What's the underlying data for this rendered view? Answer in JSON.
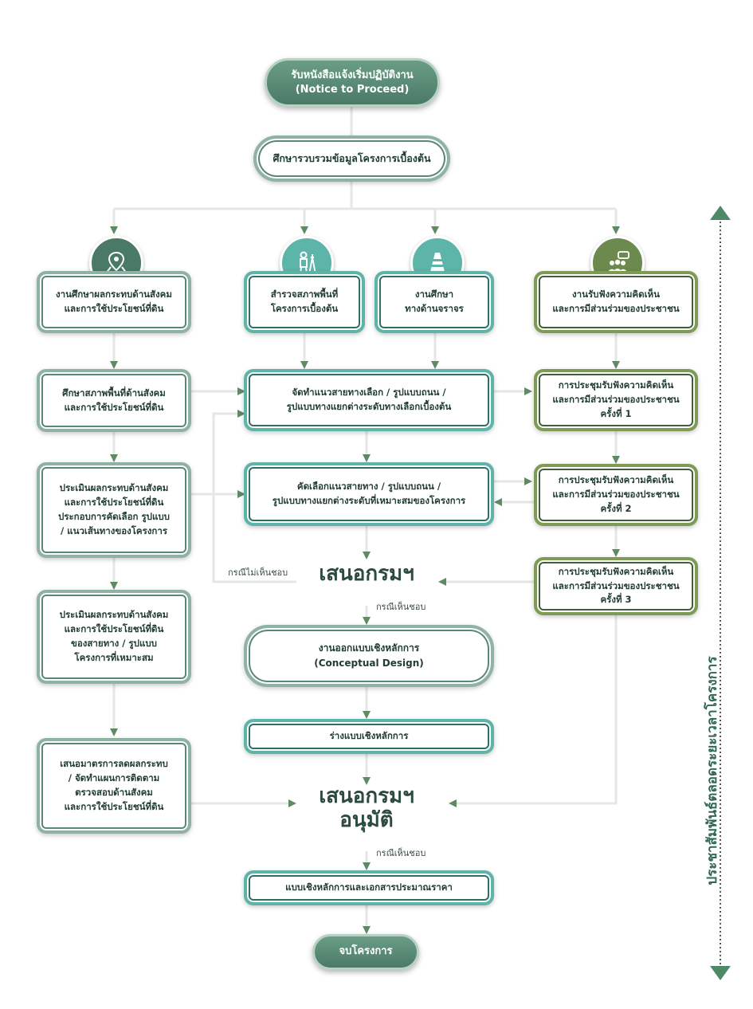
{
  "start": {
    "th": "รับหนังสือแจ้งเริ่มปฏิบัติงาน",
    "en": "(Notice to Proceed)"
  },
  "collect": "ศึกษารวบรวมข้อมูลโครงการเบื้องต้น",
  "col1": {
    "head": "งานศึกษาผลกระทบด้านสังคม\nและการใช้ประโยชน์ที่ดิน",
    "b1": "ศึกษาสภาพพื้นที่ด้านสังคม\nและการใช้ประโยชน์ที่ดิน",
    "b2": "ประเมินผลกระทบด้านสังคม\nและการใช้ประโยชน์ที่ดิน\nประกอบการคัดเลือก รูปแบบ\n/ แนวเส้นทางของโครงการ",
    "b3": "ประเมินผลกระทบด้านสังคม\nและการใช้ประโยชน์ที่ดิน\nของสายทาง / รูปแบบ\nโครงการที่เหมาะสม",
    "b4": "เสนอมาตรการลดผลกระทบ\n/ จัดทำแผนการติดตาม\nตรวจสอบด้านสังคม\nและการใช้ประโยชน์ที่ดิน"
  },
  "col2": {
    "head": "สำรวจสภาพพื้นที่\nโครงการเบื้องต้น"
  },
  "col3": {
    "head": "งานศึกษา\nทางด้านจราจร"
  },
  "col4": {
    "head": "งานรับฟังความคิดเห็น\nและการมีส่วนร่วมของประชาชน",
    "m1": "การประชุมรับฟังความคิดเห็น\nและการมีส่วนร่วมของประชาชน\nครั้งที่ 1",
    "m2": "การประชุมรับฟังความคิดเห็น\nและการมีส่วนร่วมของประชาชน\nครั้งที่ 2",
    "m3": "การประชุมรับฟังความคิดเห็น\nและการมีส่วนร่วมของประชาชน\nครั้งที่ 3"
  },
  "center": {
    "alt": "จัดทำแนวสายทางเลือก / รูปแบบถนน /\nรูปแบบทางแยกต่างระดับทางเลือกเบื้องต้น",
    "select": "คัดเลือกแนวสายทาง / รูปแบบถนน /\nรูปแบบทางแยกต่างระดับที่เหมาะสมของโครงการ",
    "propose1": "เสนอกรมฯ",
    "conceptual": "งานออกแบบเชิงหลักการ\n(Conceptual Design)",
    "draft": "ร่างแบบเชิงหลักการ",
    "propose2": "เสนอกรมฯ\nอนุมัติ",
    "final": "แบบเชิงหลักการและเอกสารประมาณราคา",
    "end": "จบโครงการ"
  },
  "notes": {
    "disagree": "กรณีไม่เห็นชอบ",
    "agree1": "กรณีเห็นชอบ",
    "agree2": "กรณีเห็นชอบ"
  },
  "sidebar": "ประชาสัมพันธ์ตลอดระยะเวลาโครงการ",
  "icons": {
    "c1": "map-pin-icon",
    "c2": "surveyor-icon",
    "c3": "traffic-cone-icon",
    "c4": "people-chat-icon"
  },
  "colors": {
    "dark": "#4a7a66",
    "teal": "#5db5a9",
    "olive": "#7f9a52",
    "line": "#e3e8e6",
    "arrow": "#5f8a63"
  }
}
